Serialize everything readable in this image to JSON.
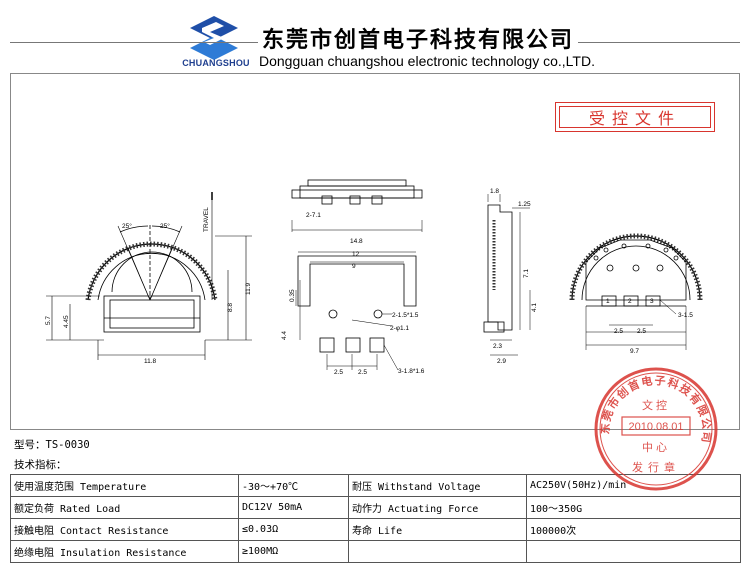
{
  "header": {
    "logo_text": "CHUANGSHOU",
    "company_cn": "东莞市创首电子科技有限公司",
    "company_en": "Dongguan chuangshou electronic technology co.,LTD."
  },
  "stamp": {
    "text": "受控文件"
  },
  "seal": {
    "ring_text": "东莞市创首电子科技有限公司",
    "top_text": "文控",
    "date": "2010.08.01",
    "mid_text": "中心",
    "bottom_text": "发行章",
    "color": "#d8352e"
  },
  "drawing": {
    "front": {
      "angle_left": "25°",
      "angle_right": "25°",
      "travel": "TRAVEL",
      "width": "11.8",
      "h1": "5.7",
      "h2": "4.45",
      "h3": "8.8",
      "h4": "11.9"
    },
    "top": {
      "pitch": "2-7.1",
      "width": "14.8",
      "inner": "12",
      "span": "9",
      "d1": "0.35",
      "d2": "4.4",
      "hole1": "2-1.5*1.5",
      "hole2": "2-φ1.1",
      "pad": "3-1.8*1.6",
      "p1": "2.5",
      "p2": "2.5"
    },
    "side": {
      "t": "1.8",
      "b": "1.25",
      "h": "7.1",
      "s": "4.1",
      "base1": "2.3",
      "base2": "2.9"
    },
    "rear": {
      "pads": "3-1.5",
      "p1": "2.5",
      "p2": "2.5",
      "width": "9.7",
      "pin1": "1",
      "pin2": "2",
      "pin3": "3"
    }
  },
  "model": {
    "label": "型号：",
    "value": "TS-0030"
  },
  "tech_title": "技术指标：",
  "specs": [
    {
      "name": "使用温度范围 Temperature",
      "value": "-30～+70℃",
      "name2": "耐压 Withstand Voltage",
      "value2": "AC250V(50Hz)/min"
    },
    {
      "name": "额定负荷 Rated Load",
      "value": "DC12V 50mA",
      "name2": "动作力 Actuating Force",
      "value2": "100～350G"
    },
    {
      "name": "接触电阻 Contact Resistance",
      "value": "≤0.03Ω",
      "name2": "寿命 Life",
      "value2": "100000次"
    },
    {
      "name": "绝缘电阻 Insulation Resistance",
      "value": "≥100MΩ",
      "name2": "",
      "value2": ""
    }
  ]
}
